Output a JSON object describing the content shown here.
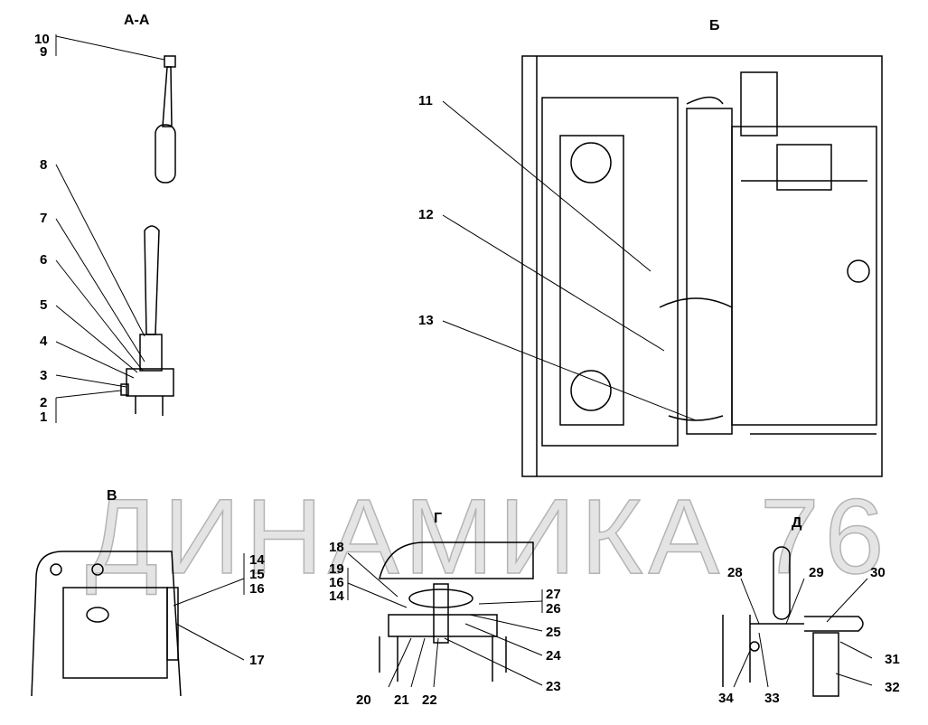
{
  "views": {
    "aa": "А-А",
    "b": "Б",
    "v": "В",
    "g": "Г",
    "d": "Д"
  },
  "watermark": "ДИНАМИКА 76",
  "labels": {
    "n1": "1",
    "n2": "2",
    "n3": "3",
    "n4": "4",
    "n5": "5",
    "n6": "6",
    "n7": "7",
    "n8": "8",
    "n9": "9",
    "n10": "10",
    "n11": "11",
    "n12": "12",
    "n13": "13",
    "n14a": "14",
    "n15": "15",
    "n16a": "16",
    "n17": "17",
    "n18": "18",
    "n19": "19",
    "n16b": "16",
    "n14b": "14",
    "n27": "27",
    "n26": "26",
    "n25": "25",
    "n24": "24",
    "n23": "23",
    "n22": "22",
    "n21": "21",
    "n20": "20",
    "n28": "28",
    "n29": "29",
    "n30": "30",
    "n31": "31",
    "n32": "32",
    "n33": "33",
    "n34": "34"
  }
}
